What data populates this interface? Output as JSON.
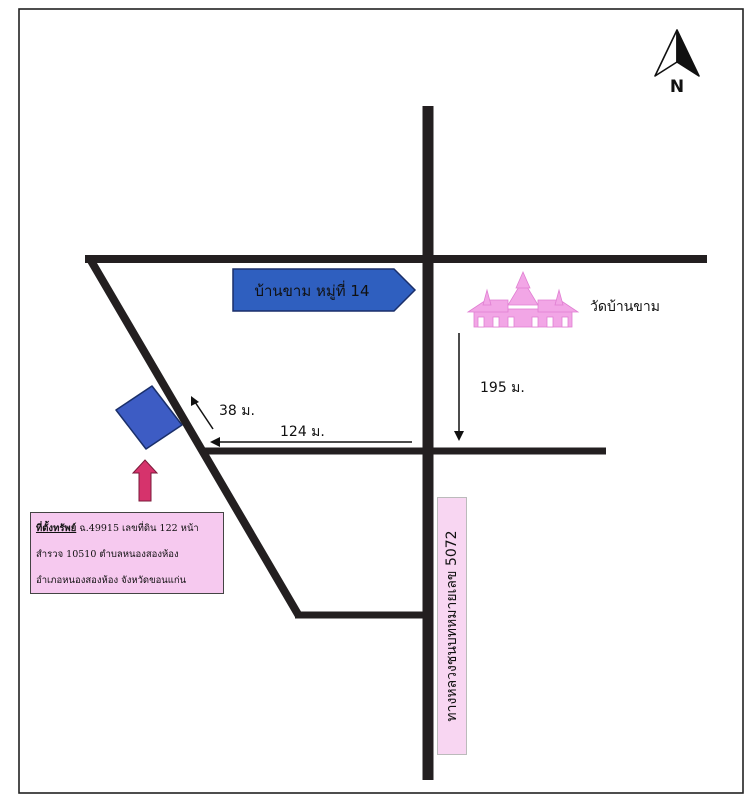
{
  "map": {
    "north_label": "N",
    "village_sign": "บ้านขาม หมู่ที่ 14",
    "temple_label": "วัดบ้านขาม",
    "distances": {
      "d195": "195 ม.",
      "d124": "124 ม.",
      "d38": "38 ม."
    },
    "highway_label": "ทางหลวงชนบทหมายเลข 5072",
    "property": {
      "prefix": "ที่ตั้งทรัพย์",
      "line1": " ฉ.49915 เลขที่ดิน 122 หน้า",
      "line2": "สำรวจ 10510 ตำบลหนองสองห้อง",
      "line3": "อำเภอหนองสองห้อง จังหวัดขอนแก่น"
    }
  },
  "colors": {
    "road": "#231f20",
    "sign_fill": "#2f5fbf",
    "property_fill": "#3d5cc4",
    "marker_arrow": "#d6336c",
    "info_box_bg": "#f6c9ef",
    "temple": "#f2a6e6"
  }
}
